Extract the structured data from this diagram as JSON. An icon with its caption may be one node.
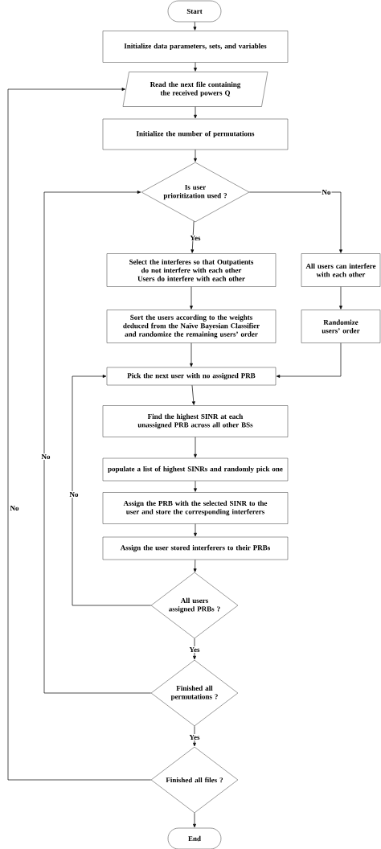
{
  "diagram": {
    "nodes": [
      {
        "text": [
          "Start"
        ]
      },
      {
        "text": [
          "Initialize data parameters, sets, and variables"
        ]
      },
      {
        "text": [
          "Read the next file containing the received powers Q"
        ]
      },
      {
        "text": [
          "Initialize the number of permutations"
        ]
      },
      {
        "text": [
          "Is user prioritization used ?"
        ]
      },
      {
        "text": [
          "Select the interferes so that Outpatients do not interfere with each other Users do interfere with each other"
        ]
      },
      {
        "text": [
          "All users can interfere with each other"
        ]
      },
      {
        "text": [
          "Sort the users according to the weights deduced from the Naïve Bayesian Classifier and randomize the remaining users’ order"
        ]
      },
      {
        "text": [
          "Randomize users’ order"
        ]
      },
      {
        "text": [
          "Pick the next user with no assigned PRB"
        ]
      },
      {
        "text": [
          "Find the highest SINR  at each unassigned PRB across all other BSs"
        ]
      },
      {
        "text": [
          "populate a list of highest SINRs and randomly pick one"
        ]
      },
      {
        "text": [
          "Assign the PRB with the selected SINR to the user and store the corresponding interferers"
        ]
      },
      {
        "text": [
          "Assign the user stored interferers to their PRBs"
        ]
      },
      {
        "text": [
          "All users assigned PRBs ?"
        ]
      },
      {
        "text": [
          "Finished all permutations ?"
        ]
      },
      {
        "text": [
          "Finished all files ?"
        ]
      },
      {
        "text": [
          "End"
        ]
      }
    ],
    "edges": [
      {
        "from": 0,
        "to": 1,
        "arrow": "to"
      },
      {
        "from": 1,
        "to": 2,
        "arrow": "to"
      },
      {
        "from": 2,
        "to": 3,
        "arrow": "to"
      },
      {
        "from": 3,
        "to": 4,
        "arrow": "to"
      },
      {
        "from": 4,
        "to": 5,
        "arrow": "to",
        "label": "Yes"
      },
      {
        "from": 4,
        "to": 6,
        "arrow": "to",
        "label": "No"
      },
      {
        "from": 5,
        "to": 7,
        "arrow": "to"
      },
      {
        "from": 6,
        "to": 8,
        "arrow": "to"
      },
      {
        "from": 7,
        "to": 9,
        "arrow": "to"
      },
      {
        "from": 8,
        "to": 9,
        "arrow": "to"
      },
      {
        "from": 9,
        "to": 10,
        "arrow": "to"
      },
      {
        "from": 10,
        "to": 11,
        "arrow": "to"
      },
      {
        "from": 11,
        "to": 12,
        "arrow": "to"
      },
      {
        "from": 12,
        "to": 13,
        "arrow": "to"
      },
      {
        "from": 13,
        "to": 14,
        "arrow": "to"
      },
      {
        "from": 14,
        "to": 9,
        "arrow": "to",
        "label": "No"
      },
      {
        "from": 14,
        "to": 15,
        "arrow": "to",
        "label": "Yes"
      },
      {
        "from": 15,
        "to": 4,
        "arrow": "to",
        "label": "No"
      },
      {
        "from": 15,
        "to": 16,
        "arrow": "to",
        "label": "Yes"
      },
      {
        "from": 16,
        "to": 2,
        "arrow": "to",
        "label": "No"
      },
      {
        "from": 16,
        "to": 17,
        "arrow": "to"
      }
    ]
  }
}
